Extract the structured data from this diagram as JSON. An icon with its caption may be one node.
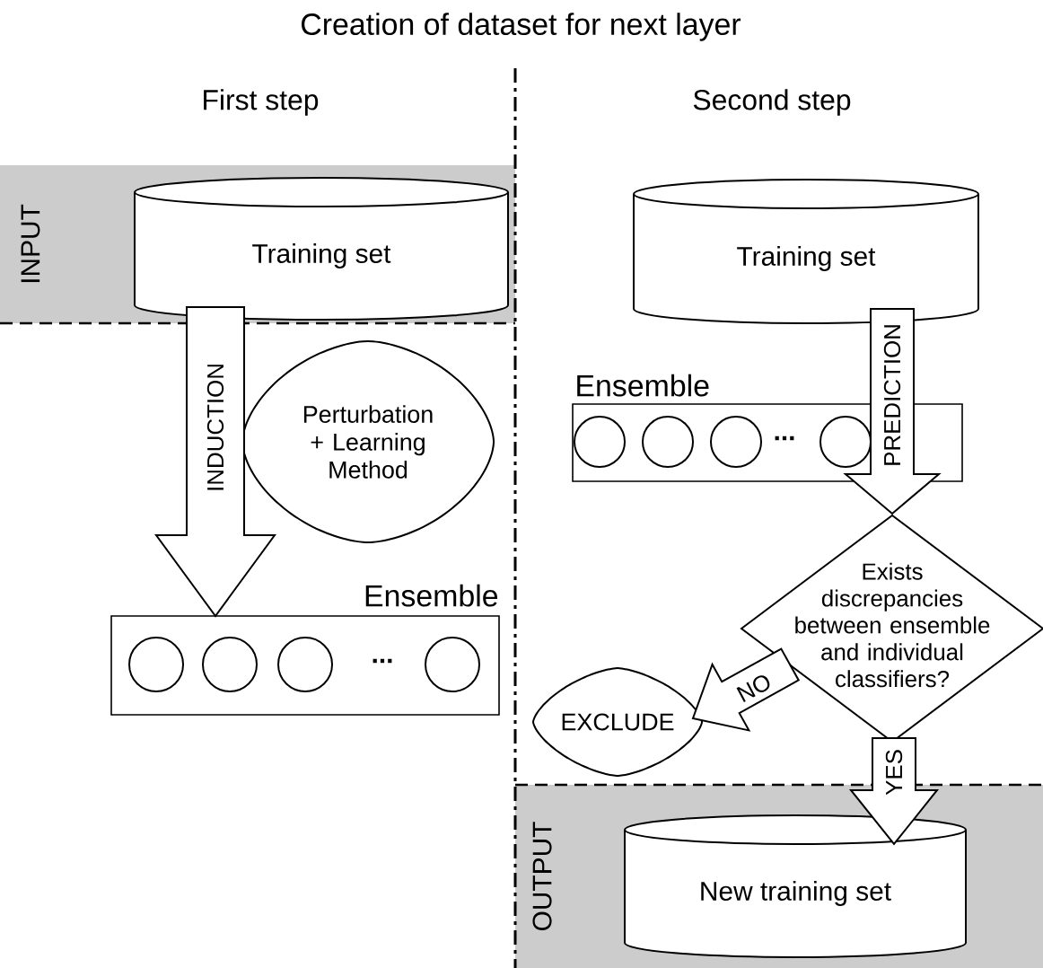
{
  "diagram": {
    "title": "Creation of dataset for next layer",
    "nodes": [
      {
        "text": [
          "INPUT"
        ]
      },
      {
        "text": [
          "Training set"
        ],
        "in": 0
      },
      {
        "text": [
          "Perturbation + Learning Method"
        ]
      },
      {
        "text": [
          "Ensemble"
        ]
      },
      {
        "text": [],
        "shape": "circle",
        "in": 3
      },
      {
        "text": [],
        "shape": "circle",
        "in": 3
      },
      {
        "text": [],
        "shape": "circle",
        "in": 3
      },
      {
        "text": [],
        "shape": "circle",
        "in": 3
      },
      {
        "text": [
          "Training set"
        ]
      },
      {
        "text": [
          "Ensemble"
        ]
      },
      {
        "text": [],
        "shape": "circle",
        "in": 9
      },
      {
        "text": [],
        "shape": "circle",
        "in": 9
      },
      {
        "text": [],
        "shape": "circle",
        "in": 9
      },
      {
        "text": [],
        "shape": "circle",
        "in": 9
      },
      {
        "text": [
          "Exists discrepancies between ensemble and individual classifiers?"
        ]
      },
      {
        "text": [
          "EXCLUDE"
        ]
      },
      {
        "text": [
          "OUTPUT"
        ]
      },
      {
        "text": [
          "New training set"
        ],
        "in": 16
      }
    ],
    "edges": [
      {
        "from": 1,
        "to": 3,
        "arrow": "to",
        "label": "INDUCTION"
      },
      {
        "from": 8,
        "to": 14,
        "arrow": "to",
        "label": "PREDICTION"
      },
      {
        "from": 14,
        "to": 15,
        "arrow": "to",
        "label": "NO"
      },
      {
        "from": 14,
        "to": 17,
        "arrow": "to",
        "label": "YES"
      }
    ],
    "labels": [
      "First step",
      "Second step",
      "...",
      "..."
    ]
  }
}
